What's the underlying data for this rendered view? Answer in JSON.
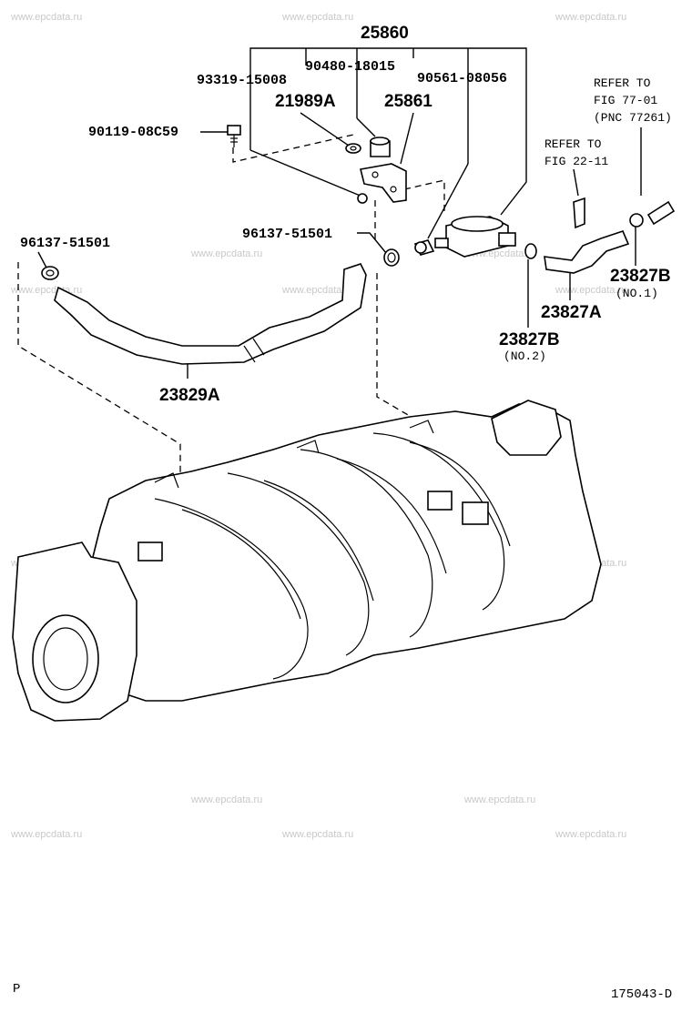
{
  "watermark": "www.epcdata.ru",
  "labels": {
    "p25860": "25860",
    "p93319": "93319-15008",
    "p90480": "90480-18015",
    "p90561": "90561-08056",
    "p21989A": "21989A",
    "p25861": "25861",
    "p90119": "90119-08C59",
    "p96137_left": "96137-51501",
    "p96137_mid": "96137-51501",
    "p23829A": "23829A",
    "refer_22_line1": "REFER TO",
    "refer_22_line2": "FIG 22-11",
    "refer_77_line1": "REFER TO",
    "refer_77_line2": "FIG 77-01",
    "refer_77_line3": "(PNC 77261)",
    "p23827B_1": "23827B",
    "p23827B_1_note": "(NO.1)",
    "p23827A": "23827A",
    "p23827B_2": "23827B",
    "p23827B_2_note": "(NO.2)"
  },
  "footer": {
    "left": "P",
    "right": "175043-D"
  }
}
